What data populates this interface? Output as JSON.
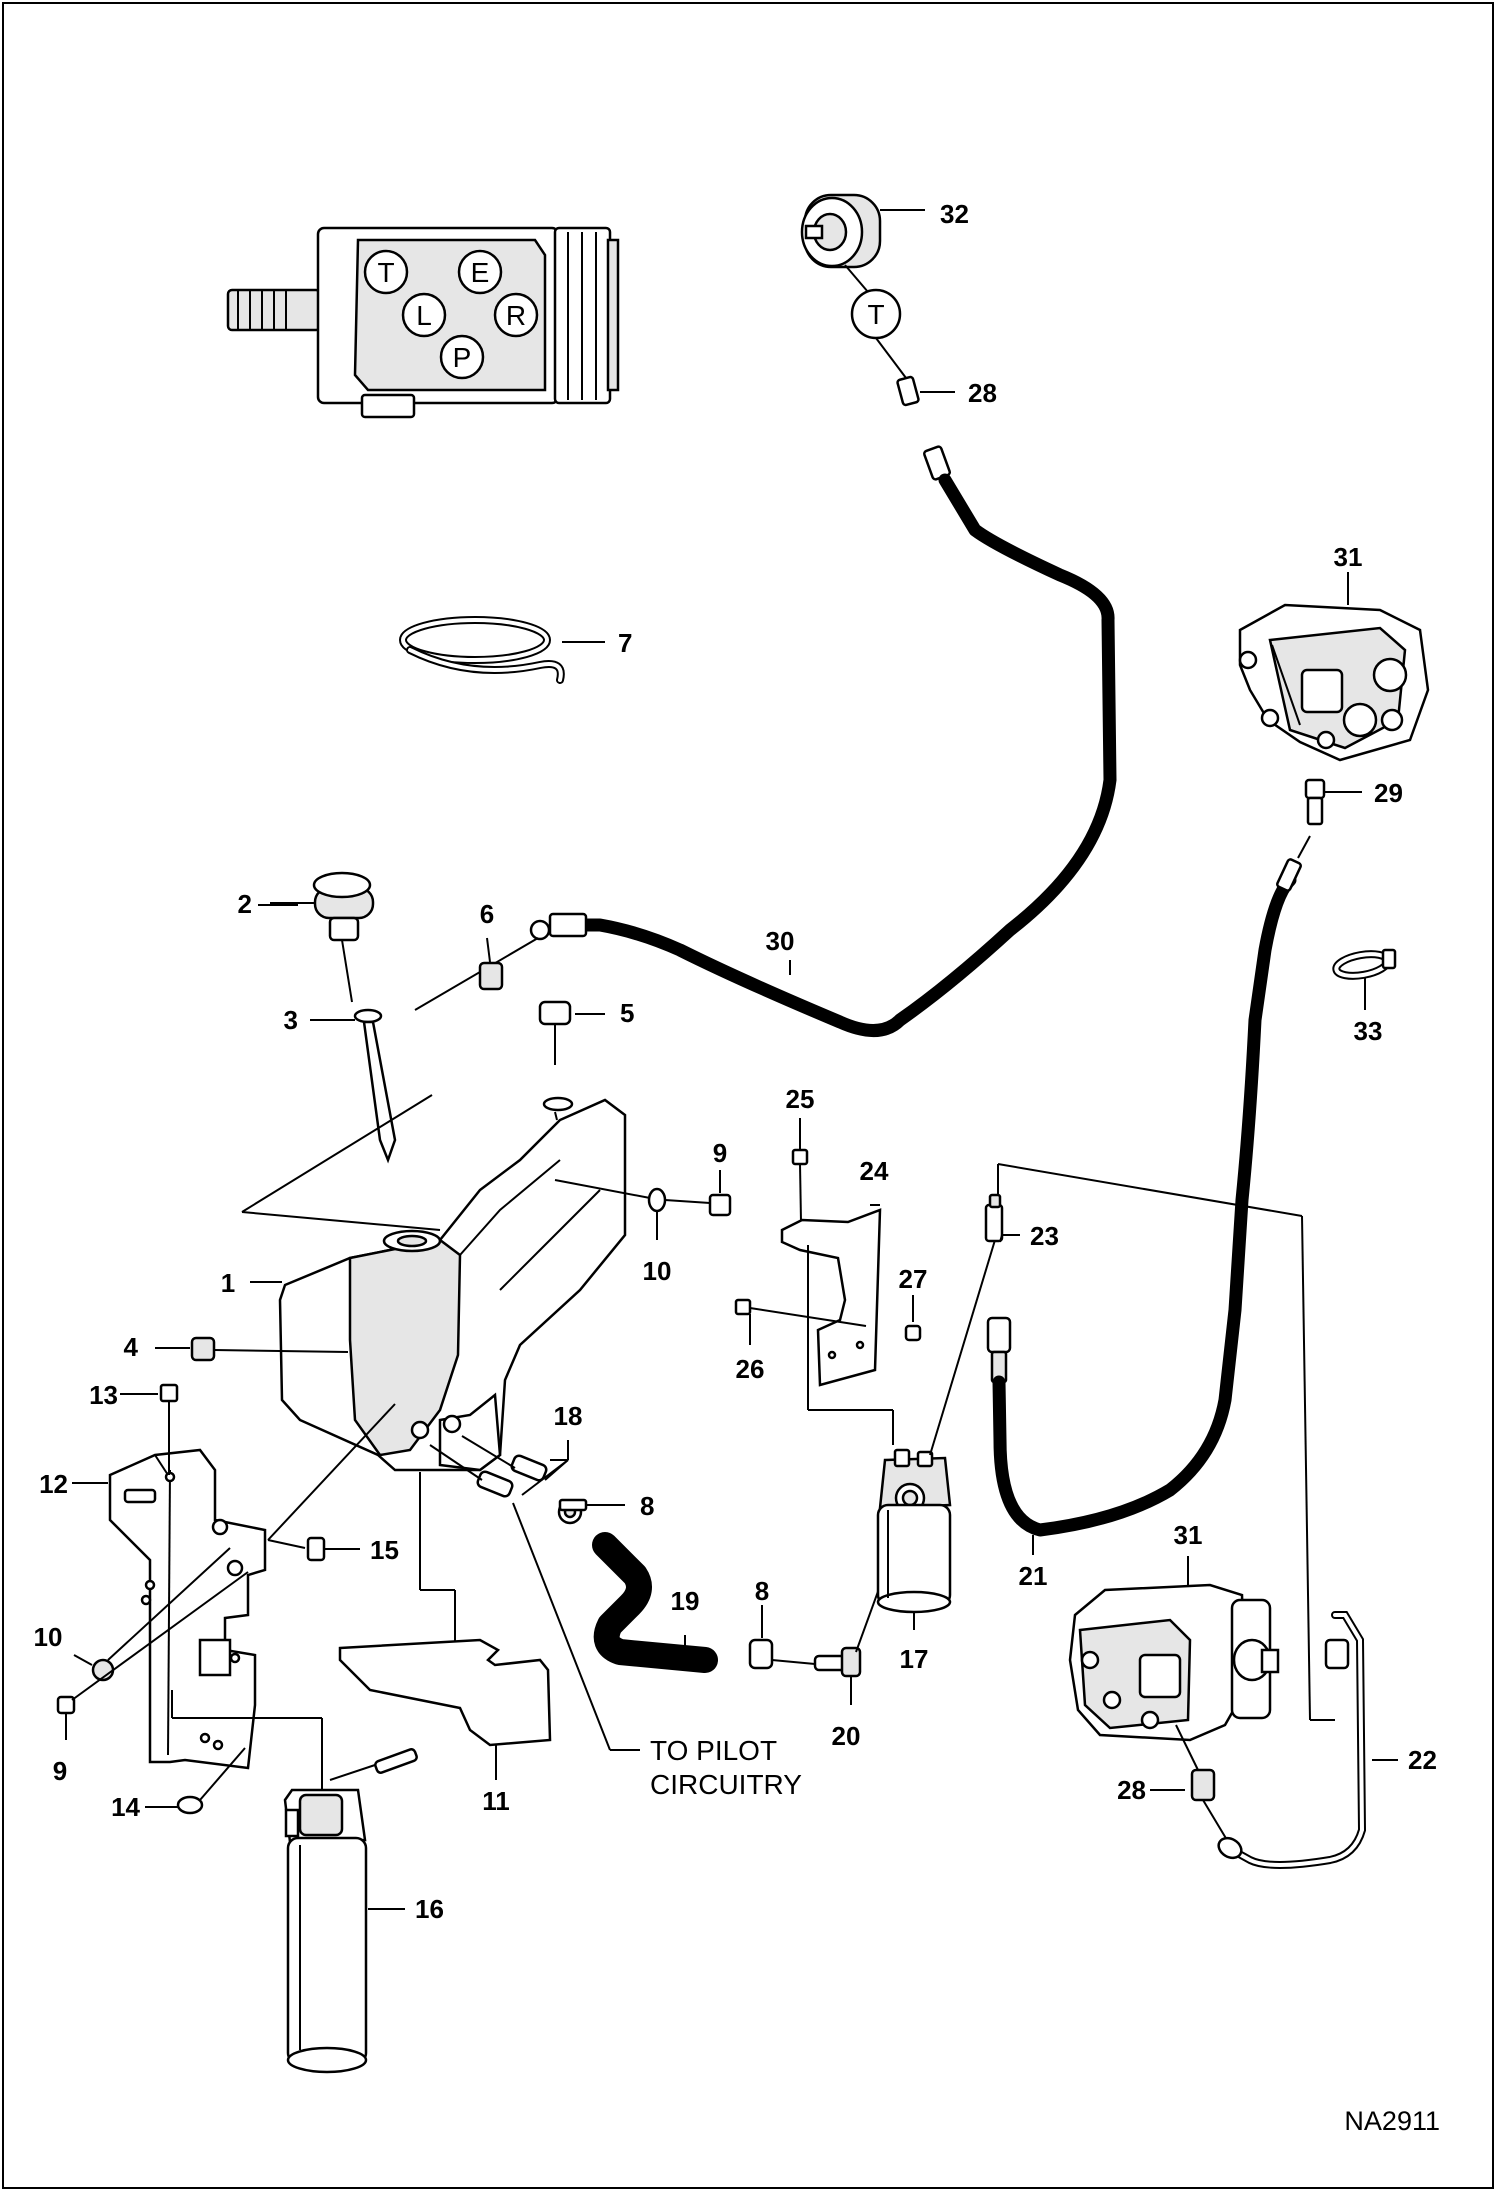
{
  "diagram": {
    "code": "NA2911",
    "note_lines": [
      "TO PILOT",
      "CIRCUITRY"
    ],
    "ports": [
      "T",
      "L",
      "E",
      "R",
      "P"
    ],
    "pump_port_label": "T",
    "callouts": {
      "c1": "1",
      "c2": "2",
      "c3": "3",
      "c4": "4",
      "c5": "5",
      "c6": "6",
      "c7": "7",
      "c8a": "8",
      "c8b": "8",
      "c9a": "9",
      "c9b": "9",
      "c10a": "10",
      "c10b": "10",
      "c11": "11",
      "c12": "12",
      "c13": "13",
      "c14": "14",
      "c15": "15",
      "c16": "16",
      "c17": "17",
      "c18": "18",
      "c19": "19",
      "c20": "20",
      "c21": "21",
      "c22": "22",
      "c23": "23",
      "c24": "24",
      "c25": "25",
      "c26": "26",
      "c27": "27",
      "c28a": "28",
      "c28b": "28",
      "c29": "29",
      "c30": "30",
      "c31a": "31",
      "c31b": "31",
      "c32": "32",
      "c33": "33"
    }
  }
}
